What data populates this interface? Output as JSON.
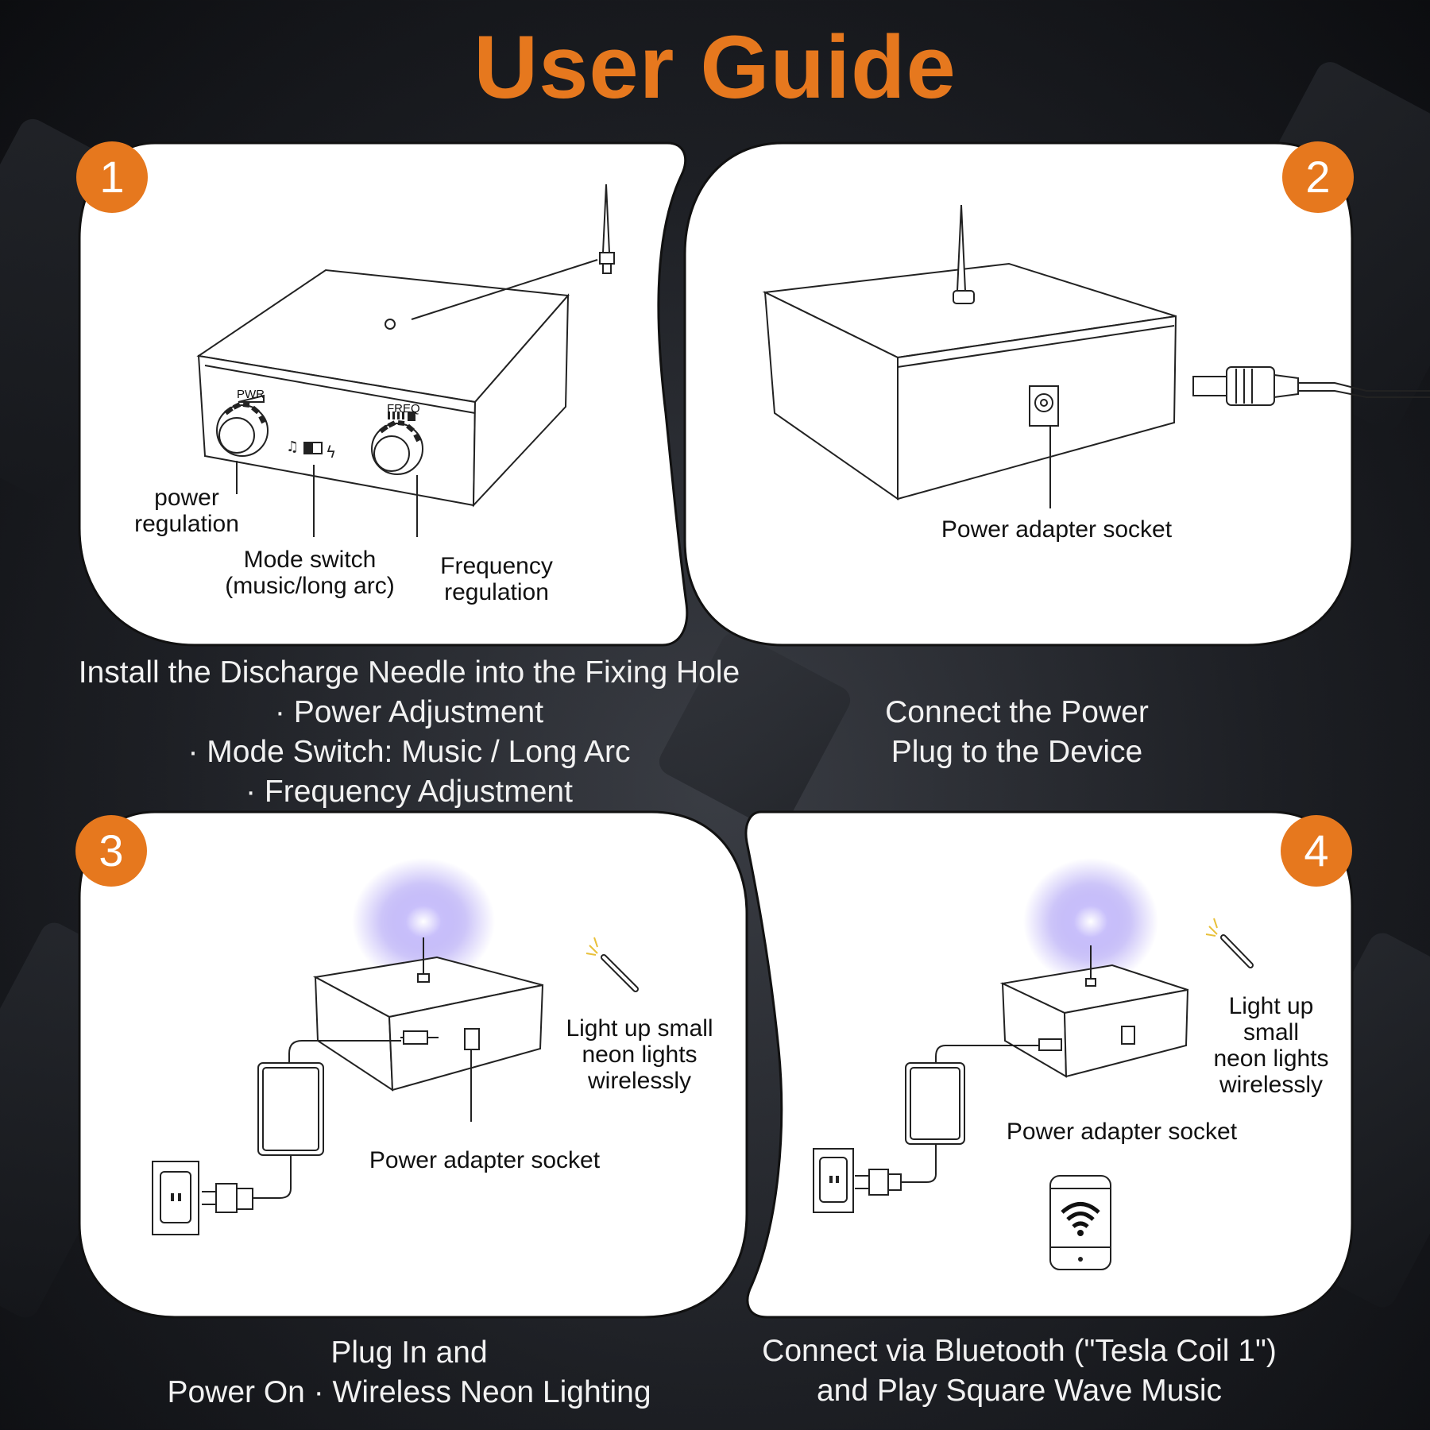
{
  "title": "User Guide",
  "steps": [
    {
      "number": "1",
      "labels": {
        "pwr": "PWR",
        "freq": "FREQ",
        "power_line1": "power",
        "power_line2": "regulation",
        "mode_line1": "Mode switch",
        "mode_line2": "(music/long arc)",
        "freq_line1": "Frequency",
        "freq_line2": "regulation"
      },
      "caption": [
        "Install the Discharge Needle into the Fixing Hole",
        "· Power Adjustment",
        "· Mode Switch: Music / Long Arc",
        "· Frequency Adjustment"
      ]
    },
    {
      "number": "2",
      "labels": {
        "socket": "Power adapter socket"
      },
      "caption": [
        "Connect the Power",
        "Plug to the Device"
      ]
    },
    {
      "number": "3",
      "labels": {
        "neon_line1": "Light up small",
        "neon_line2": "neon lights",
        "neon_line3": "wirelessly",
        "socket": "Power adapter socket"
      },
      "caption": [
        "Plug In and",
        "Power On · Wireless Neon Lighting"
      ]
    },
    {
      "number": "4",
      "labels": {
        "neon_line1": "Light up",
        "neon_line2": "small",
        "neon_line3": "neon lights",
        "neon_line4": "wirelessly",
        "socket": "Power adapter socket"
      },
      "caption": [
        "Connect via Bluetooth (\"Tesla Coil 1\")",
        "and Play Square Wave Music"
      ]
    }
  ],
  "colors": {
    "accent": "#e6781e",
    "panel": "#ffffff",
    "caption_text": "#f2f2f2",
    "arc": "#9b8cf0"
  }
}
